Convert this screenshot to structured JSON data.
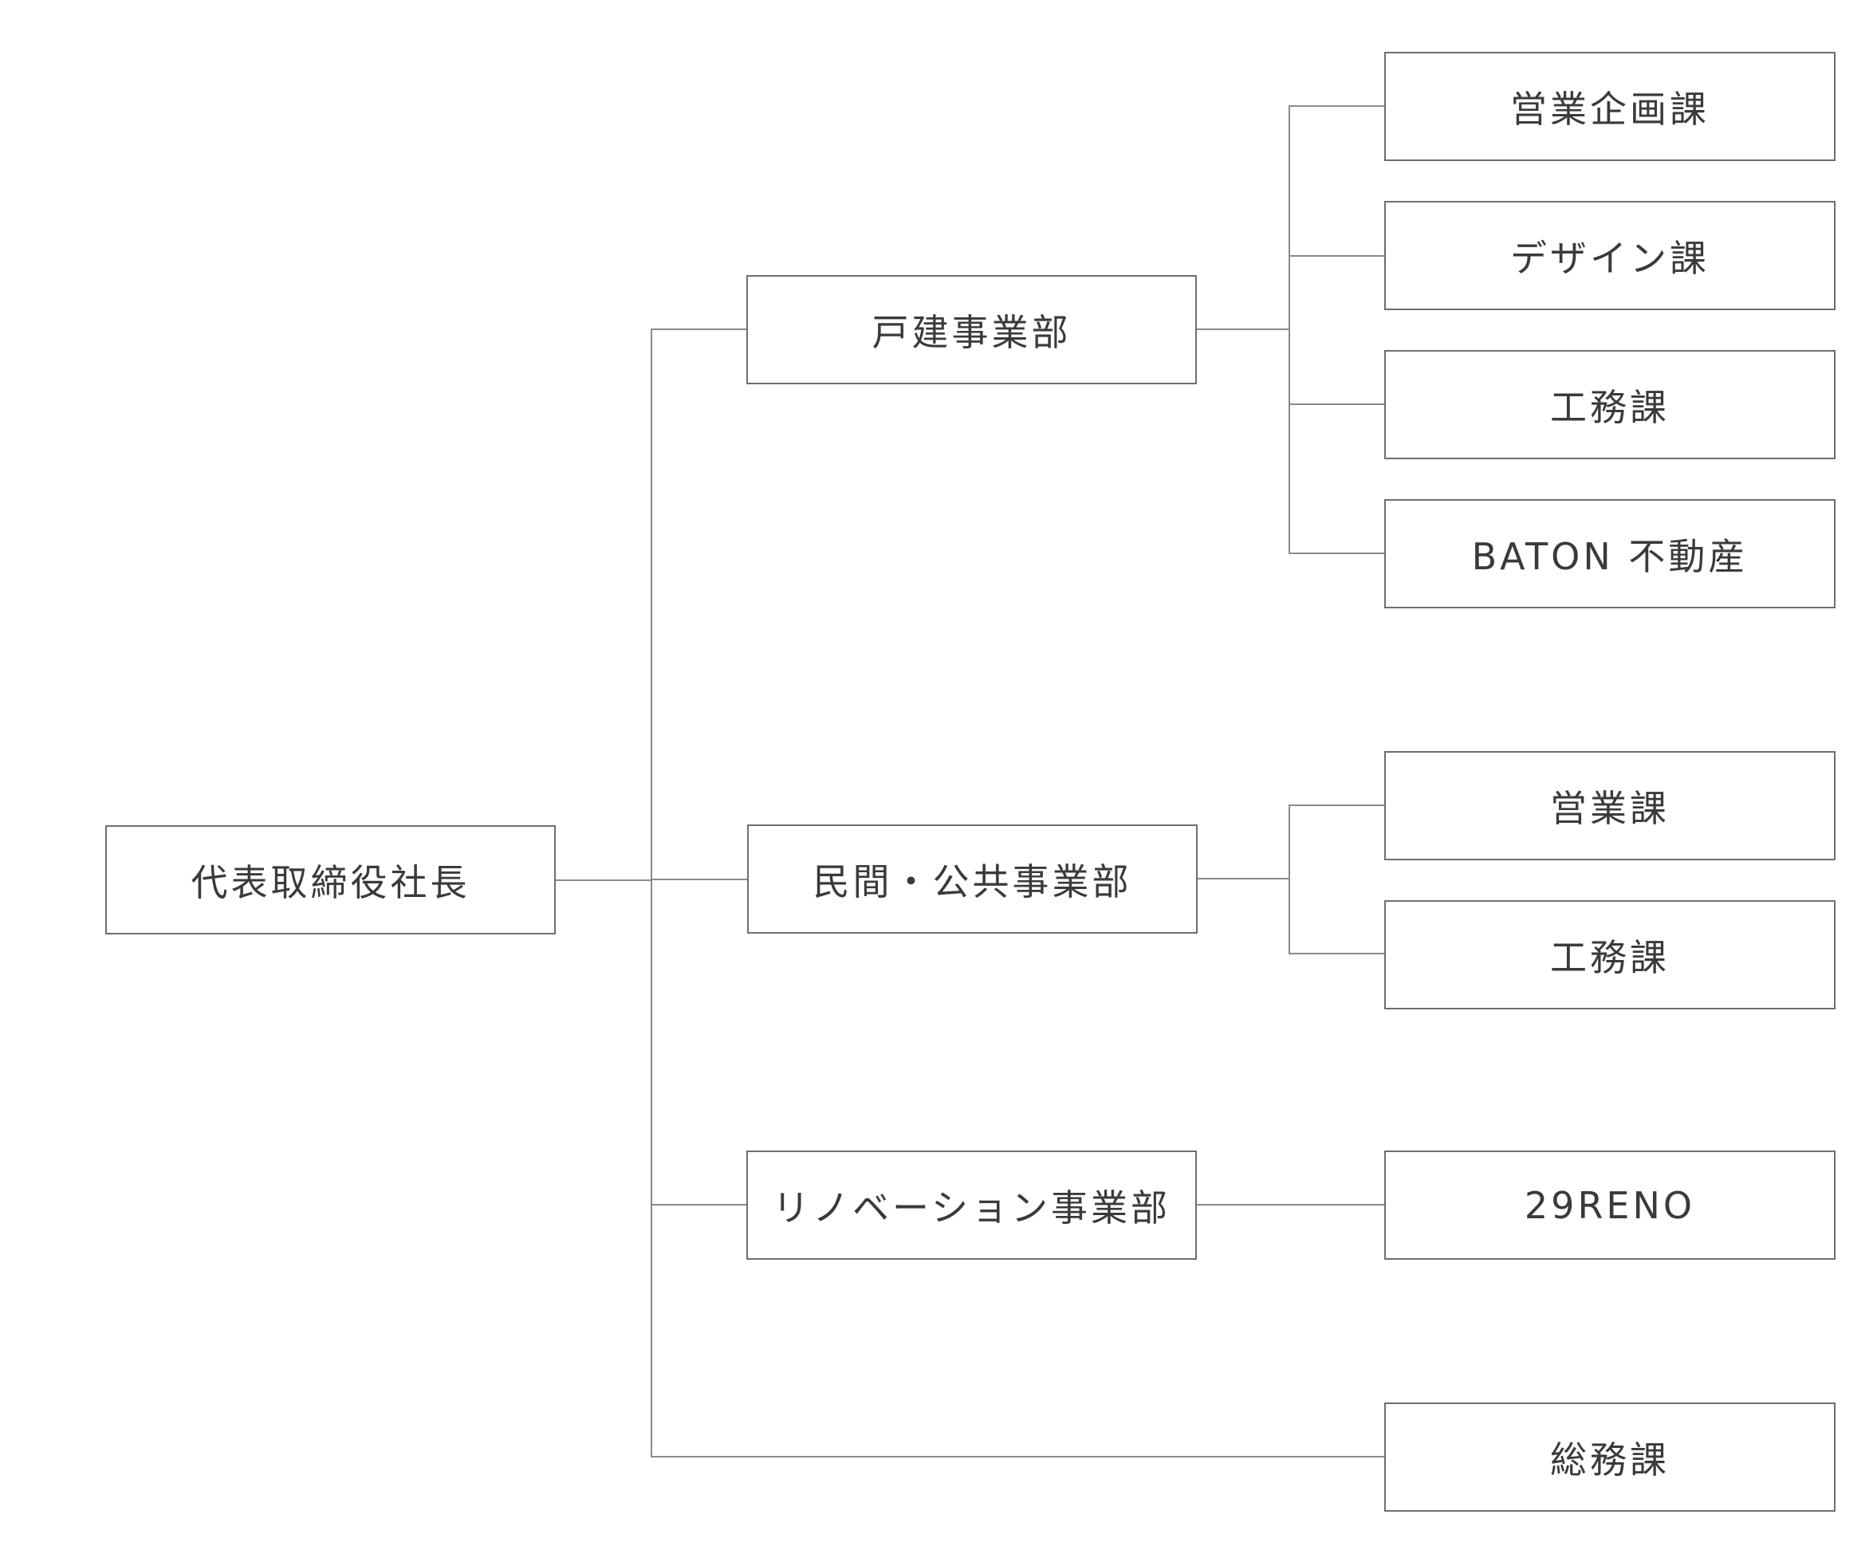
{
  "org_chart": {
    "root": {
      "label": "代表取締役社長"
    },
    "departments": [
      {
        "label": "戸建事業部",
        "sections": [
          "営業企画課",
          "デザイン課",
          "工務課",
          "BATON 不動産"
        ]
      },
      {
        "label": "民間・公共事業部",
        "sections": [
          "営業課",
          "工務課"
        ]
      },
      {
        "label": "リノベーション事業部",
        "sections": [
          "29RENO"
        ]
      }
    ],
    "direct_sections": [
      "総務課"
    ]
  },
  "colors": {
    "line": "#8a8a8a",
    "border": "#6e6e6e",
    "text": "#3a3a3a",
    "background": "#ffffff"
  }
}
